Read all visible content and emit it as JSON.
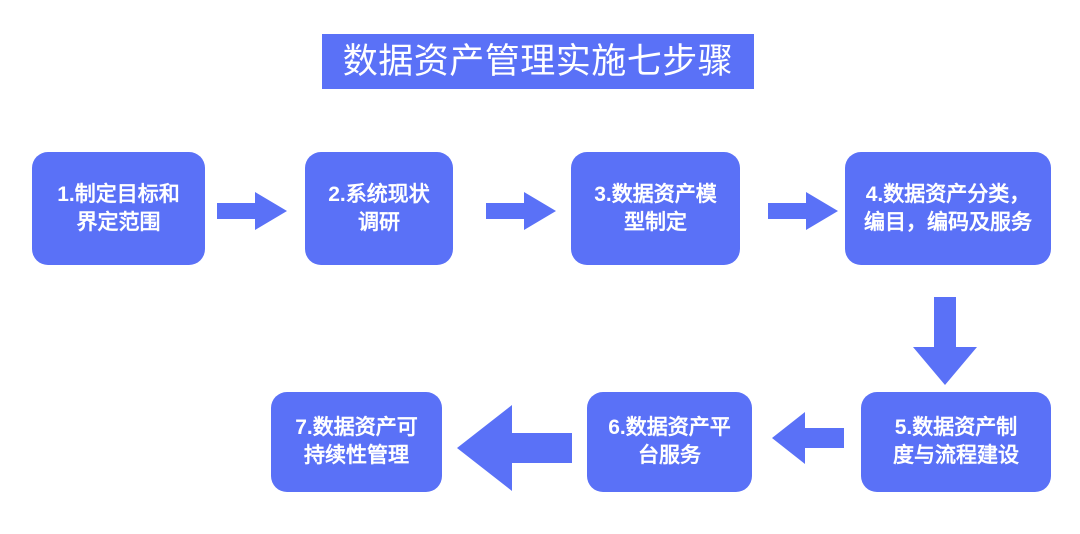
{
  "title": {
    "text": "数据资产管理实施七步骤"
  },
  "colors": {
    "accent": "#5a71f7",
    "box_fill": "#5a71f7",
    "box_text": "#ffffff",
    "arrow": "#5a71f7",
    "background": "#ffffff"
  },
  "steps": [
    {
      "id": 1,
      "label": "1.制定目标和\n界定范围"
    },
    {
      "id": 2,
      "label": "2.系统现状\n调研"
    },
    {
      "id": 3,
      "label": "3.数据资产模\n型制定"
    },
    {
      "id": 4,
      "label": "4.数据资产分类，\n编目，编码及服务"
    },
    {
      "id": 5,
      "label": "5.数据资产制\n度与流程建设"
    },
    {
      "id": 6,
      "label": "6.数据资产平\n台服务"
    },
    {
      "id": 7,
      "label": "7.数据资产可\n持续性管理"
    }
  ],
  "arrows": [
    {
      "id": 1,
      "from": 1,
      "to": 2,
      "direction": "right"
    },
    {
      "id": 2,
      "from": 2,
      "to": 3,
      "direction": "right"
    },
    {
      "id": 3,
      "from": 3,
      "to": 4,
      "direction": "right"
    },
    {
      "id": 4,
      "from": 4,
      "to": 5,
      "direction": "down"
    },
    {
      "id": 5,
      "from": 5,
      "to": 6,
      "direction": "left"
    },
    {
      "id": 6,
      "from": 6,
      "to": 7,
      "direction": "left"
    }
  ]
}
